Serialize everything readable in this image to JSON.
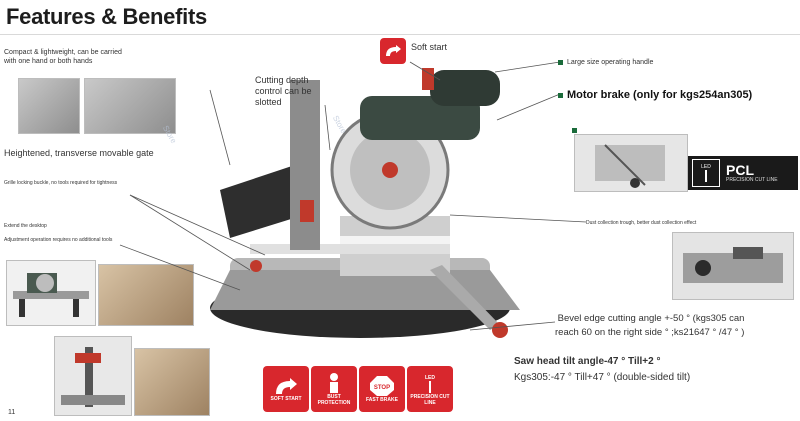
{
  "title": "Features & Benefits",
  "page_number": "11",
  "labels": {
    "compact": "Compact & lightweight, can be carried with one hand or both hands",
    "cutting_depth": "Cutting depth control can be slotted",
    "soft_start": "Soft start",
    "large_handle": "Large size operating handle",
    "motor_brake": "Motor brake (only for kgs254an305)",
    "gate": "Heightened, transverse movable gate",
    "grille": "Grille locking buckle, no tools required for tightness",
    "extend": "Extend the desktop",
    "adjustment": "Adjustment operation requires no additional tools",
    "dust": "Dust collection trough, better dust collection effect",
    "bevel_line1": " Bevel edge cutting angle +-50 ° (kgs305 can",
    "bevel_line2": "reach 60 on the right side ° ;ks21647 ° /47 ° )",
    "tilt_line1": "Saw head tilt angle-47 ° Till+2 °",
    "tilt_line2": "Kgs305:-47 ° Till+47 ° (double-sided tilt)"
  },
  "pcl_badge": {
    "main": "PCL",
    "sub": "PRECISION CUT LINE",
    "led": "LED"
  },
  "feature_badges": [
    {
      "caption": "SOFT START",
      "icon": "soft-start-icon",
      "color": "#d8272d"
    },
    {
      "caption": "BUST PROTECTION",
      "icon": "person-protection-icon",
      "color": "#d8272d"
    },
    {
      "caption": "FAST BRAKE",
      "icon": "stop-sign-icon",
      "color": "#d8272d"
    },
    {
      "caption": "PRECISION CUT LINE",
      "icon": "led-line-icon",
      "color": "#d8272d"
    }
  ],
  "top_badge": {
    "icon": "soft-start-icon",
    "color": "#d8272d"
  },
  "colors": {
    "brand_red": "#d8272d",
    "brand_green": "#1a6b3a",
    "saw_body": "#3b4a42",
    "table_silver": "#c8c8c8"
  }
}
